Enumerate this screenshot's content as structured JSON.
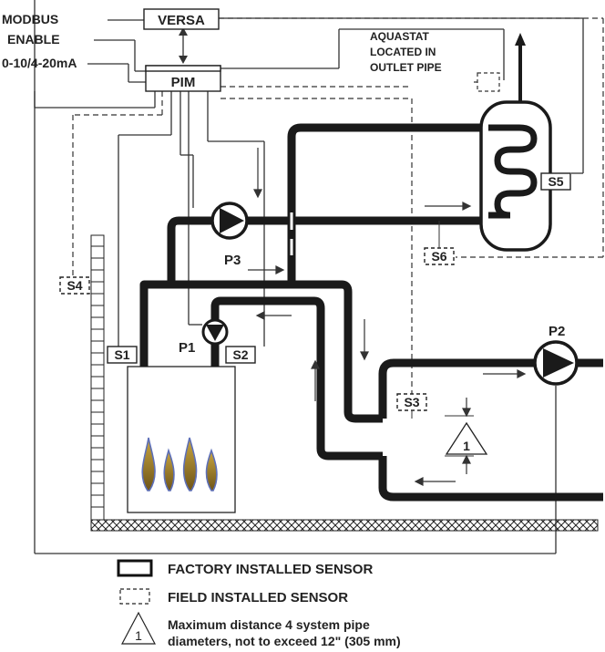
{
  "inputs": {
    "modbus": "MODBUS",
    "enable": "ENABLE",
    "analog": "0-10/4-20mA"
  },
  "controllers": {
    "versa": "VERSA",
    "pim": "PIM"
  },
  "aquastat": {
    "line1": "AQUASTAT",
    "line2": "LOCATED IN",
    "line3": "OUTLET PIPE"
  },
  "sensors": [
    "S1",
    "S2",
    "S3",
    "S4",
    "S5",
    "S6"
  ],
  "pumps": [
    "P1",
    "P2",
    "P3"
  ],
  "note_marker": "1",
  "legend": {
    "factory": "FACTORY INSTALLED SENSOR",
    "field": "FIELD INSTALLED SENSOR",
    "note_line1": "Maximum distance 4 system pipe",
    "note_line2": "diameters, not to exceed 12\" (305 mm)"
  },
  "colors": {
    "pipe": "#1a1a1a",
    "line": "#333333",
    "flame_outer": "#5d6fb8",
    "flame_inner": "#b08a2a"
  }
}
